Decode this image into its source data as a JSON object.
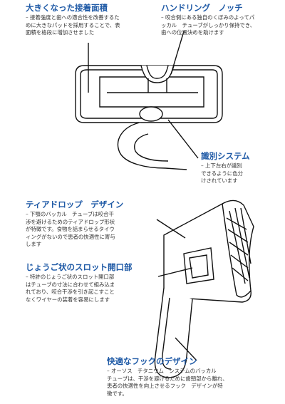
{
  "sections": {
    "pad": {
      "title": "大きくなった接着面積",
      "desc": "– 接着強度と歯への適合性を改善するた\nめに大きなパッドを採用することで、表\n面積を格段に増加させました"
    },
    "notch": {
      "title": "ハンドリング　ノッチ",
      "desc": "– 咬合側にある独自のくぼみのよってパ\nッカル　チューブがしっかり保持でき、\n歯への位置決めを助けます"
    },
    "ident": {
      "title": "識別システム",
      "desc": "– 上下左右が識別\nできるように色分\nけされています"
    },
    "teardrop": {
      "title": "ティアドロップ　デザイン",
      "desc": "– 下顎のバッカル　チューブは咬合干\n渉を避けるためのティアドロップ形状\nが特徴です。食物を詰まらせるタイウ\nィングがないので患者の快適性に寄与\nします"
    },
    "slot": {
      "title": "じょうご状のスロット開口部",
      "desc": "– 特許のじょうご状のスロット開口部\nはチューブの寸法に合わせて組み込ま\nれており、咬合干渉を引き起こすこと\nなくワイヤーの装着を容易にします"
    },
    "hook": {
      "title": "快適なフックのデザイン",
      "desc": "– オーソス　チタニウム　システムのバッカル\nチューブは、干渉を避けるために歯頸部から離れ、\n患者の快適性を向上させるフック　デザインが特\n徴です。"
    }
  }
}
